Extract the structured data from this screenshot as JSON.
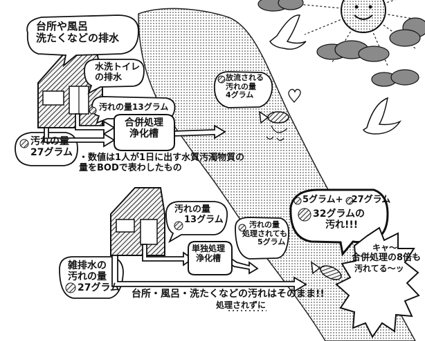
{
  "upper": {
    "house_bubble": [
      "台所や風呂",
      "洗たくなどの排水"
    ],
    "toilet_label": [
      "水洗トイレ",
      "の排水"
    ],
    "pollution_13": "汚れの量13グラム",
    "tank_label": [
      "合併処理",
      "浄化槽"
    ],
    "discharge_label": [
      "放流される",
      "汚れの量",
      "4グラム"
    ],
    "pollution_27_label": [
      "汚れの量",
      "27グラム"
    ],
    "note": [
      "・数値は1人が1日に出す水質汚濁物質の",
      "量をBODで表わしたもの"
    ]
  },
  "lower": {
    "pollution_13_label": [
      "汚れの量",
      "13グラム"
    ],
    "tank_label": [
      "単独処理",
      "浄化槽"
    ],
    "processed_label": [
      "汚れの量",
      "処理されても",
      "5グラム"
    ],
    "misc_label": [
      "雑排水の",
      "汚れの量",
      "27グラム"
    ],
    "untreated_text": "台所・風呂・洗たくなどの汚れはそのまま!!",
    "untreated_sub": "処理されずに",
    "sum_line": [
      "5グラム+",
      "27グラム"
    ],
    "result_line": [
      "32グラムの",
      "汚れ!!!"
    ],
    "warning": [
      "キャ〜",
      "合併処理の8倍も",
      "汚れてる〜ッ"
    ]
  },
  "colors": {
    "ink": "#111111",
    "paper": "#ffffff",
    "gray": "#9a9a9a",
    "pattern": "#444444"
  }
}
